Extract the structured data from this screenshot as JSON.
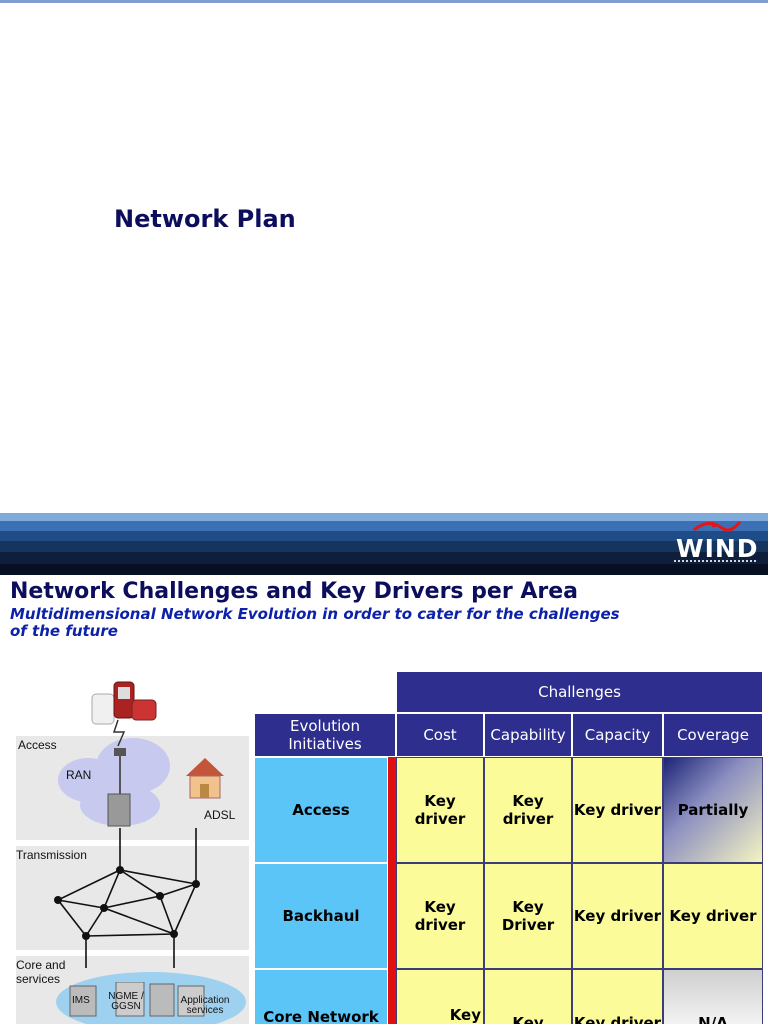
{
  "slide1": {
    "title": "Network Plan"
  },
  "brand": {
    "logo_text": "WIND"
  },
  "slide2": {
    "title": "Network Challenges and Key Drivers per Area",
    "subtitle": "Multidimensional Network Evolution in order to cater for the challenges of the future"
  },
  "diagram": {
    "sections": [
      "Access",
      "Transmission",
      "Core and services"
    ],
    "labels": {
      "ran": "RAN",
      "adsl": "ADSL",
      "ims": "IMS",
      "ngme": "NGME / GGSN",
      "app": "Application services"
    }
  },
  "table": {
    "group_header": "Challenges",
    "corner_header": "Evolution Initiatives",
    "columns": [
      "Cost",
      "Capability",
      "Capacity",
      "Coverage"
    ],
    "rows": [
      {
        "label": "Access",
        "cells": [
          "Key driver",
          "Key driver",
          "Key driver",
          "Partially"
        ]
      },
      {
        "label": "Backhaul",
        "cells": [
          "Key driver",
          "Key Driver",
          "Key driver",
          "Key driver"
        ]
      },
      {
        "label": "Core Network",
        "cells": [
          "Key",
          "Key driver",
          "Key driver",
          "N/A"
        ]
      }
    ]
  },
  "colors": {
    "title": "#0c0d5c",
    "subtitle": "#0d22a8",
    "header_bg": "#2e2e8e",
    "row_header_bg": "#5bc5f8",
    "cell_bg": "#fbfb9a",
    "accent_red": "#e01010"
  }
}
